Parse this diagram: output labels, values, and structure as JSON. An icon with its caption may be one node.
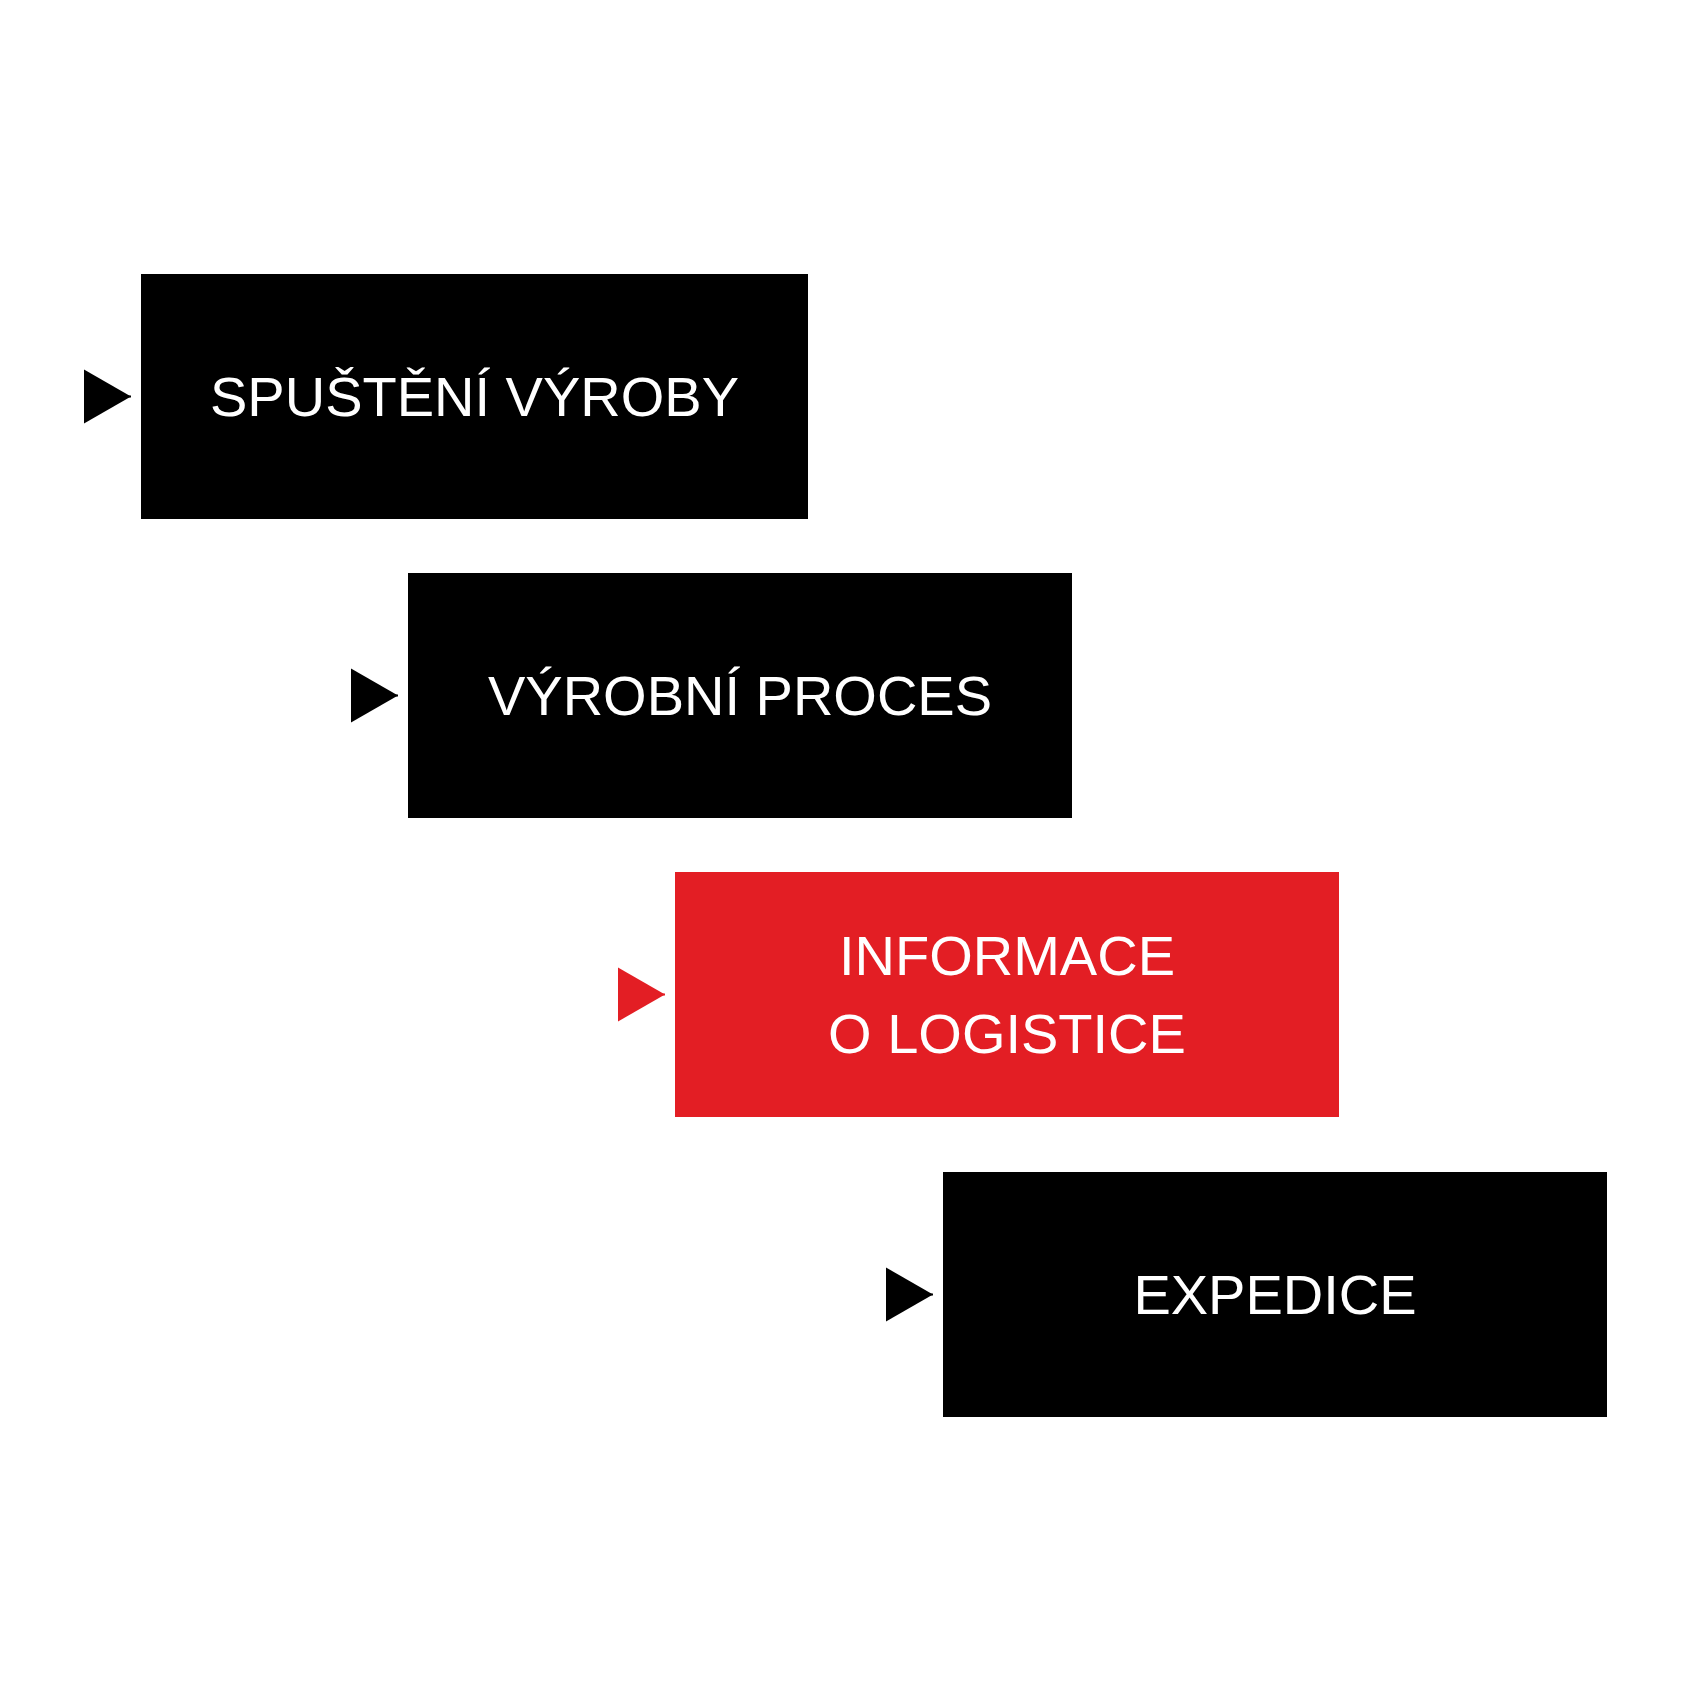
{
  "diagram": {
    "nodes": [
      {
        "text": [
          "SPUŠTĚNÍ VÝROBY"
        ]
      },
      {
        "text": [
          "VÝROBNÍ PROCES"
        ]
      },
      {
        "text": [
          "INFORMACE O LOGISTICE"
        ]
      },
      {
        "text": [
          "EXPEDICE"
        ]
      }
    ],
    "edges": [
      {
        "from": null,
        "to": 0,
        "arrow": "to"
      },
      {
        "from": null,
        "to": 1,
        "arrow": "to"
      },
      {
        "from": null,
        "to": 2,
        "arrow": "to",
        "color": "#e31e24"
      },
      {
        "from": null,
        "to": 3,
        "arrow": "to"
      }
    ]
  }
}
